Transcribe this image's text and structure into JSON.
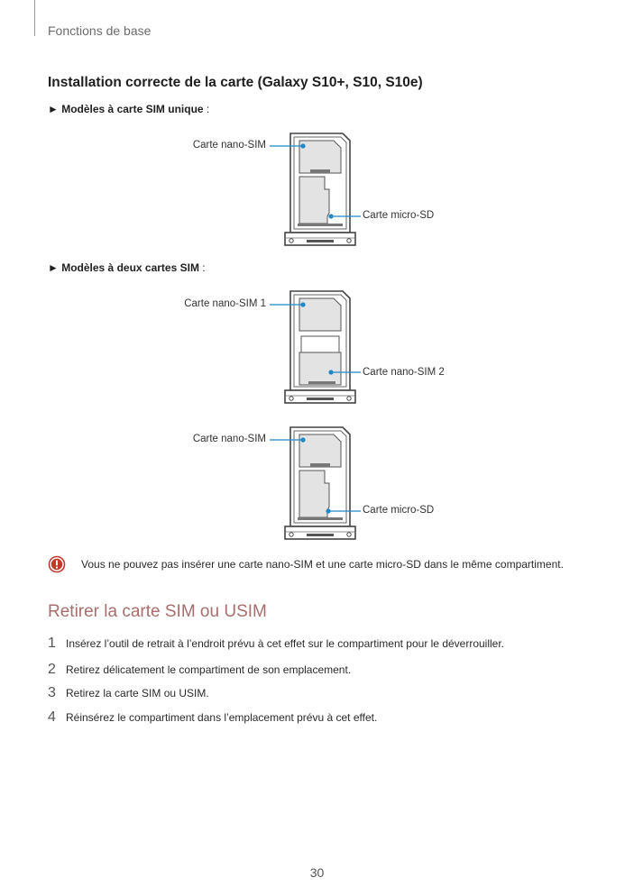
{
  "header": {
    "section": "Fonctions de base"
  },
  "section_title": "Installation correcte de la carte (Galaxy S10+, S10, S10e)",
  "single_sim": {
    "bullet": "► Modèles à carte SIM unique",
    "suffix": " :",
    "label_top": "Carte nano-SIM",
    "label_bottom": "Carte micro-SD"
  },
  "dual_sim": {
    "bullet": "► Modèles à deux cartes SIM",
    "suffix": " :",
    "tray1_label_top": "Carte nano-SIM 1",
    "tray1_label_bottom": "Carte nano-SIM 2",
    "tray2_label_top": "Carte nano-SIM",
    "tray2_label_bottom": "Carte micro-SD"
  },
  "caution": {
    "icon": "warning-icon",
    "text": "Vous ne pouvez pas insérer une carte nano-SIM et une carte micro-SD dans le même compartiment."
  },
  "remove_section": {
    "title": "Retirer la carte SIM ou USIM",
    "steps": [
      {
        "num": "1",
        "text": "Insérez l’outil de retrait à l’endroit prévu à cet effet sur le compartiment pour le déverrouiller."
      },
      {
        "num": "2",
        "text": "Retirez délicatement le compartiment de son emplacement."
      },
      {
        "num": "3",
        "text": "Retirez la carte SIM ou USIM."
      },
      {
        "num": "4",
        "text": "Réinsérez le compartiment dans l’emplacement prévu à cet effet."
      }
    ]
  },
  "colors": {
    "accent": "#a86d6d",
    "callout": "#1e88c8",
    "caution": "#c0392b"
  },
  "page_number": "30"
}
